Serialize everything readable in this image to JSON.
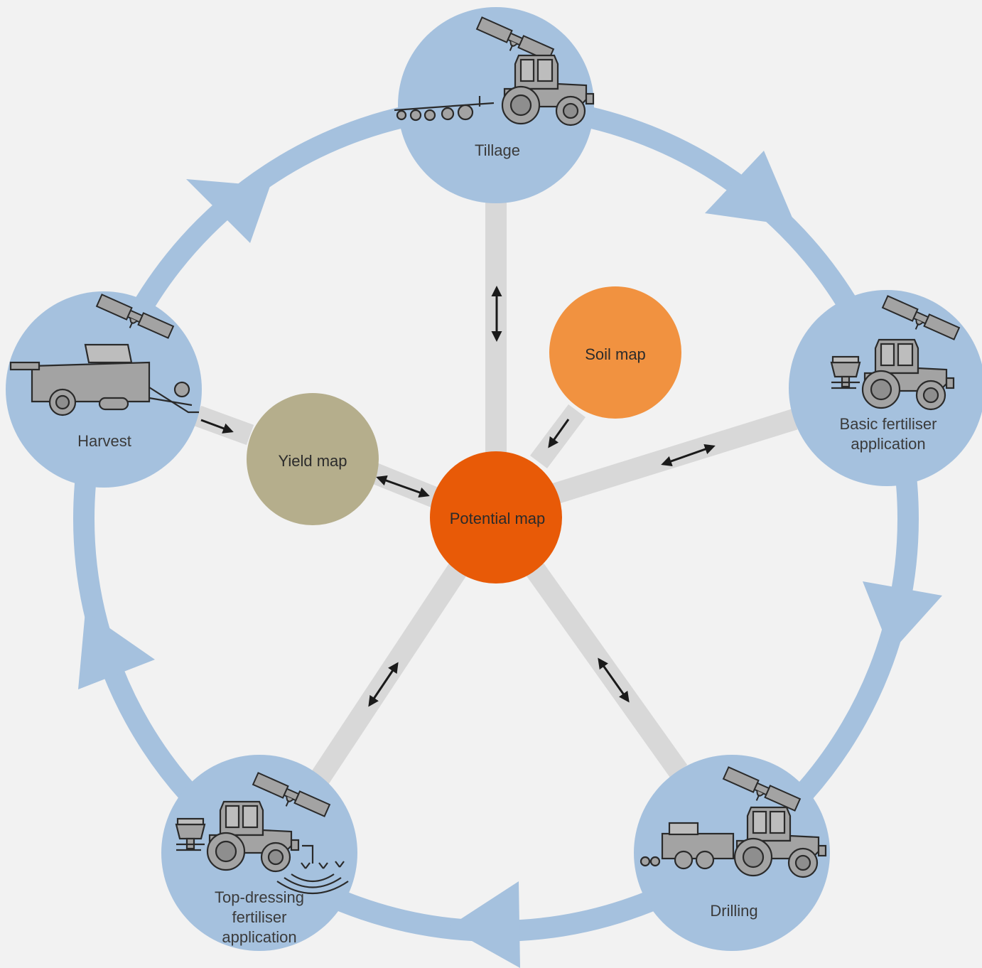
{
  "diagram": {
    "center": {
      "label": "Potential map",
      "color": "#e85a07"
    },
    "soil_map": {
      "label": "Soil map",
      "color": "#f19240"
    },
    "yield_map": {
      "label": "Yield map",
      "color": "#b5ae8c"
    },
    "stages": [
      {
        "id": "tillage",
        "lines": [
          "Tillage"
        ],
        "icon": "tractor-with-cultivator-icon"
      },
      {
        "id": "basic-fertiliser",
        "lines": [
          "Basic fertiliser",
          "application"
        ],
        "icon": "tractor-with-spreader-icon"
      },
      {
        "id": "drilling",
        "lines": [
          "Drilling"
        ],
        "icon": "tractor-with-drill-icon"
      },
      {
        "id": "top-dressing",
        "lines": [
          "Top-dressing",
          "fertiliser",
          "application"
        ],
        "icon": "tractor-with-sprayer-icon"
      },
      {
        "id": "harvest",
        "lines": [
          "Harvest"
        ],
        "icon": "combine-harvester-icon"
      }
    ],
    "colors": {
      "cycle": "#a5c1de",
      "spoke": "#d8d8d8",
      "background": "#f2f2f2",
      "arrow": "#1a1a1a",
      "machine": "#a3a3a3"
    }
  }
}
